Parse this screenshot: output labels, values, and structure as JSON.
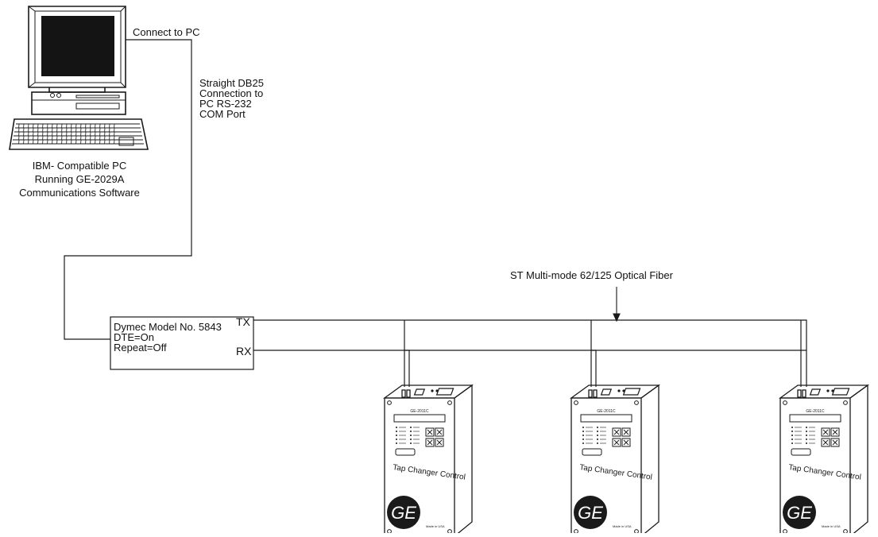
{
  "labels": {
    "connect_to_pc": "Connect to PC",
    "cable": [
      "Straight DB25",
      "Connection to",
      "PC RS-232",
      "COM Port"
    ],
    "pc": [
      "IBM- Compatible PC",
      "Running GE-2029A",
      "Communications Software"
    ],
    "fiber": "ST Multi-mode 62/125 Optical Fiber",
    "modem_title": "Dymec Model No. 5843",
    "modem_dte": "DTE=On",
    "modem_repeat": "Repeat=Off",
    "tx": "TX",
    "rx": "RX"
  },
  "unit_text": {
    "model": "GE-2011C",
    "brand": "Tap Changer Control",
    "logo": "GE",
    "made_in": "Made in USA"
  },
  "units_count": 3,
  "colors": {
    "line": "#1a1a1a",
    "background": "#ffffff"
  }
}
